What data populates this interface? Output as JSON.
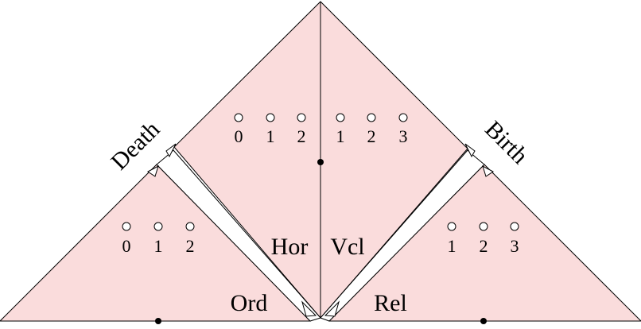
{
  "top_region": {
    "left_indices": [
      "0",
      "1",
      "2"
    ],
    "right_indices": [
      "1",
      "2",
      "3"
    ]
  },
  "left_region": {
    "indices": [
      "0",
      "1",
      "2"
    ]
  },
  "right_region": {
    "indices": [
      "1",
      "2",
      "3"
    ]
  },
  "labels": {
    "death": "Death",
    "birth": "Birth",
    "hor": "Hor",
    "vcl": "Vcl",
    "ord": "Ord",
    "rel": "Rel"
  },
  "colors": {
    "region_fill": "#fadcdc",
    "band_fill": "#ffffff",
    "stroke": "#000000"
  }
}
